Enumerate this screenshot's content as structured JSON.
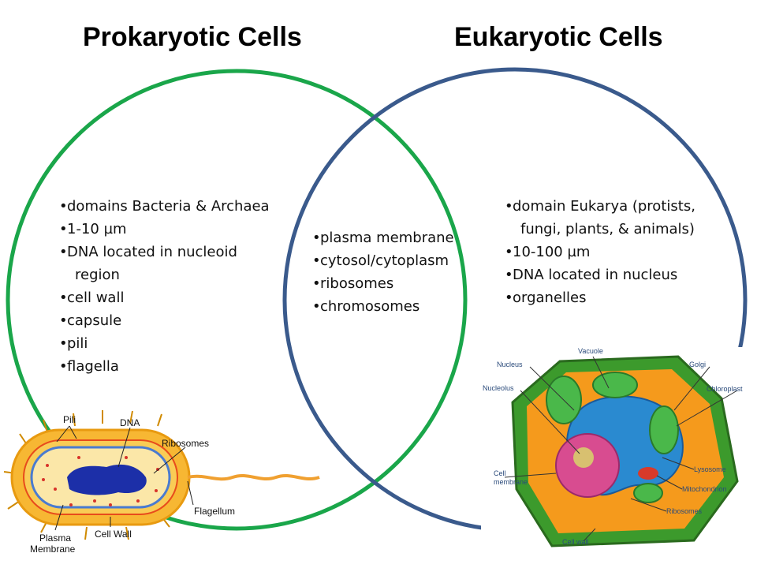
{
  "titles": {
    "prokaryotic": "Prokaryotic Cells",
    "eukaryotic": "Eukaryotic Cells"
  },
  "prokaryotic_list": [
    "domains Bacteria & Archaea",
    "1-10 µm",
    "DNA located in nucleoid",
    "region",
    "cell wall",
    "capsule",
    "pili",
    "flagella"
  ],
  "common_list": [
    "plasma membrane",
    "cytosol/cytoplasm",
    "ribosomes",
    "chromosomes"
  ],
  "eukaryotic_list": [
    "domain Eukarya (protists,",
    "fungi, plants, & animals)",
    "10-100 µm",
    "DNA located in nucleus",
    "organelles"
  ],
  "bacterium_labels": {
    "pili": "Pili",
    "dna": "DNA",
    "ribosomes": "Ribosomes",
    "flagellum": "Flagellum",
    "cell_wall": "Cell Wall",
    "plasma_membrane_1": "Plasma",
    "plasma_membrane_2": "Membrane"
  },
  "plant_cell_labels": {
    "vacuole": "Vacuole",
    "nucleus": "Nucleus",
    "golgi": "Golgi",
    "nucleolus": "Nucleolus",
    "chloroplast": "Chloroplast",
    "cell_membrane_1": "Cell",
    "cell_membrane_2": "membrane",
    "lysosome": "Lysosome",
    "mitochondrion": "Mitochondrion",
    "ribosomes": "Ribosomes",
    "cell_wall": "Cell wall"
  },
  "colors": {
    "prokaryote_circle": "#1aa64a",
    "eukaryote_circle": "#3a5a8c"
  }
}
